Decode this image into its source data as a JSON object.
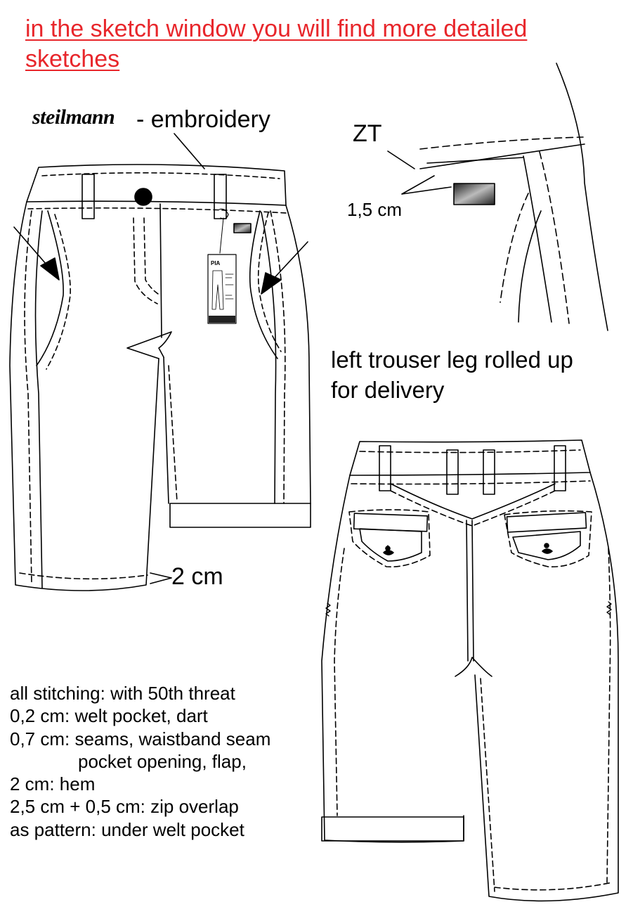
{
  "header": {
    "line1": "in the sketch window you will find more detailed",
    "line2": "sketches",
    "color": "#e8262b"
  },
  "front": {
    "brand": "steilmann",
    "embroidery_label": "- embroidery",
    "hem_label": "2 cm"
  },
  "detail": {
    "zt_label": "ZT",
    "measure_label": "1,5 cm"
  },
  "back": {
    "caption_line1": "left trouser leg rolled up",
    "caption_line2": "for delivery"
  },
  "tag": {
    "brand": "PIA"
  },
  "notes": [
    "all stitching:  with 50th threat",
    "0,2 cm:  welt pocket, dart",
    "0,7 cm: seams, waistband seam",
    "pocket opening, flap,",
    "2 cm: hem",
    "2,5 cm + 0,5 cm: zip overlap",
    "as pattern: under welt pocket"
  ]
}
